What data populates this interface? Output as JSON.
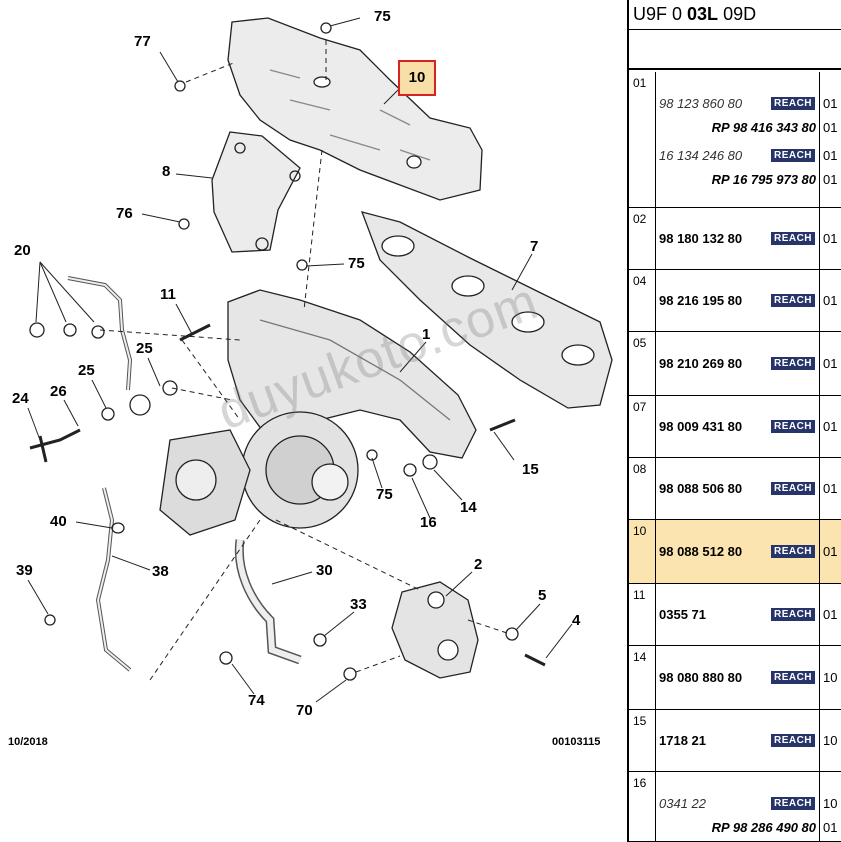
{
  "diagram": {
    "callouts": [
      {
        "id": "c75a",
        "label": "75"
      },
      {
        "id": "c77",
        "label": "77"
      },
      {
        "id": "c8",
        "label": "8"
      },
      {
        "id": "c76",
        "label": "76"
      },
      {
        "id": "c75b",
        "label": "75"
      },
      {
        "id": "c7",
        "label": "7"
      },
      {
        "id": "c20",
        "label": "20"
      },
      {
        "id": "c11",
        "label": "11"
      },
      {
        "id": "c1",
        "label": "1"
      },
      {
        "id": "c25a",
        "label": "25"
      },
      {
        "id": "c25b",
        "label": "25"
      },
      {
        "id": "c24",
        "label": "24"
      },
      {
        "id": "c26",
        "label": "26"
      },
      {
        "id": "c15",
        "label": "15"
      },
      {
        "id": "c75c",
        "label": "75"
      },
      {
        "id": "c14",
        "label": "14"
      },
      {
        "id": "c16",
        "label": "16"
      },
      {
        "id": "c40",
        "label": "40"
      },
      {
        "id": "c38",
        "label": "38"
      },
      {
        "id": "c39",
        "label": "39"
      },
      {
        "id": "c30",
        "label": "30"
      },
      {
        "id": "c2",
        "label": "2"
      },
      {
        "id": "c5",
        "label": "5"
      },
      {
        "id": "c33",
        "label": "33"
      },
      {
        "id": "c4",
        "label": "4"
      },
      {
        "id": "c74",
        "label": "74"
      },
      {
        "id": "c70",
        "label": "70"
      }
    ],
    "selected_callout": "10",
    "watermark": "duyukoto.com",
    "date": "10/2018",
    "reference": "00103115",
    "accent_color": "#d92323",
    "highlight_color": "#f8dfa8"
  },
  "parts_table": {
    "code_prefix": "U9F 0 ",
    "code_bold": "03L",
    "code_suffix": " 09D",
    "rows": [
      {
        "index": "01",
        "selected": false,
        "lines": [
          {
            "pn": "98 123 860 80",
            "alt": true,
            "reach": "REACH",
            "qty": "01"
          },
          {
            "rp": "RP 98 416 343 80",
            "qty": "01"
          },
          {
            "pn": "16 134 246 80",
            "alt": true,
            "reach": "REACH",
            "qty": "01"
          },
          {
            "rp": "RP 16 795 973 80",
            "qty": "01"
          }
        ]
      },
      {
        "index": "02",
        "selected": false,
        "lines": [
          {
            "pn": "98 180 132 80",
            "reach": "REACH",
            "qty": "01"
          }
        ]
      },
      {
        "index": "04",
        "selected": false,
        "lines": [
          {
            "pn": "98 216 195 80",
            "reach": "REACH",
            "qty": "01"
          }
        ]
      },
      {
        "index": "05",
        "selected": false,
        "lines": [
          {
            "pn": "98 210 269 80",
            "reach": "REACH",
            "qty": "01"
          }
        ]
      },
      {
        "index": "07",
        "selected": false,
        "lines": [
          {
            "pn": "98 009 431 80",
            "reach": "REACH",
            "qty": "01"
          }
        ]
      },
      {
        "index": "08",
        "selected": false,
        "lines": [
          {
            "pn": "98 088 506 80",
            "reach": "REACH",
            "qty": "01"
          }
        ]
      },
      {
        "index": "10",
        "selected": true,
        "lines": [
          {
            "pn": "98 088 512 80",
            "reach": "REACH",
            "qty": "01"
          }
        ]
      },
      {
        "index": "11",
        "selected": false,
        "lines": [
          {
            "pn": "0355 71",
            "reach": "REACH",
            "qty": "01"
          }
        ]
      },
      {
        "index": "14",
        "selected": false,
        "lines": [
          {
            "pn": "98 080 880 80",
            "reach": "REACH",
            "qty": "10"
          }
        ]
      },
      {
        "index": "15",
        "selected": false,
        "lines": [
          {
            "pn": "1718 21",
            "reach": "REACH",
            "qty": "10"
          }
        ]
      },
      {
        "index": "16",
        "selected": false,
        "lines": [
          {
            "pn": "0341 22",
            "alt": true,
            "reach": "REACH",
            "qty": "10"
          },
          {
            "rp": "RP 98 286 490 80",
            "qty": "01"
          }
        ]
      }
    ]
  }
}
